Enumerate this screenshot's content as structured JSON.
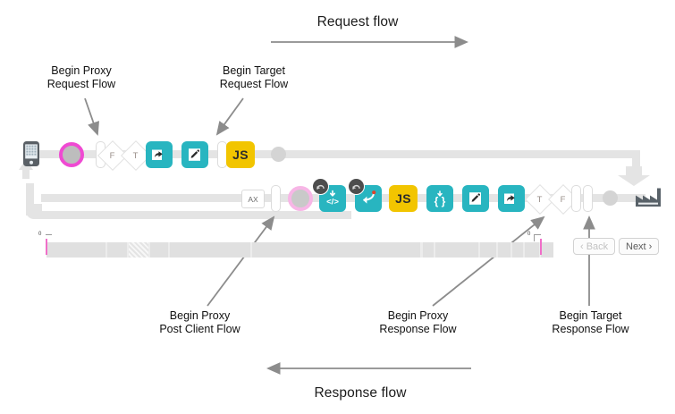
{
  "diagram": {
    "title_top": "Request flow",
    "title_bottom": "Response flow"
  },
  "callouts": [
    {
      "id": "begin-proxy-request-flow",
      "line1": "Begin Proxy",
      "line2": "Request Flow"
    },
    {
      "id": "begin-target-request-flow",
      "line1": "Begin Target",
      "line2": "Request Flow"
    },
    {
      "id": "begin-proxy-post-client-flow",
      "line1": "Begin Proxy",
      "line2": "Post Client Flow"
    },
    {
      "id": "begin-proxy-response-flow",
      "line1": "Begin Proxy",
      "line2": "Response Flow"
    },
    {
      "id": "begin-target-response-flow",
      "line1": "Begin Target",
      "line2": "Response Flow"
    }
  ],
  "request_row": {
    "nodes": [
      {
        "name": "client-device-icon",
        "icon": "mobile-phone-icon",
        "label": ""
      },
      {
        "name": "request-start-ring",
        "icon": "ring-magenta-icon",
        "label": ""
      },
      {
        "name": "proxy-request-flow-bar",
        "icon": "flow-bar-icon",
        "label": ""
      },
      {
        "name": "condition-false-diamond",
        "icon": "diamond-icon",
        "label": "F"
      },
      {
        "name": "condition-true-diamond",
        "icon": "diamond-icon",
        "label": "T"
      },
      {
        "name": "service-callout-policy",
        "icon": "share-arrow-icon",
        "label": ""
      },
      {
        "name": "assign-message-policy",
        "icon": "pencil-icon",
        "label": ""
      },
      {
        "name": "target-request-flow-bar",
        "icon": "flow-bar-icon",
        "label": ""
      },
      {
        "name": "javascript-policy",
        "icon": "js-icon",
        "label": "JS"
      },
      {
        "name": "request-end-dot",
        "icon": "dot-icon",
        "label": ""
      }
    ]
  },
  "response_row": {
    "nodes": [
      {
        "name": "ax-analytics-policy",
        "icon": "ax-icon",
        "label": "AX"
      },
      {
        "name": "post-client-flow-bar",
        "icon": "flow-bar-icon",
        "label": ""
      },
      {
        "name": "post-client-ring",
        "icon": "ring-pink-icon",
        "label": ""
      },
      {
        "name": "extract-variables-policy",
        "icon": "code-tags-icon",
        "label": ""
      },
      {
        "name": "raise-fault-policy",
        "icon": "curved-arrow-icon",
        "label": ""
      },
      {
        "name": "javascript-policy",
        "icon": "js-icon",
        "label": "JS"
      },
      {
        "name": "json-policy",
        "icon": "curly-braces-icon",
        "label": ""
      },
      {
        "name": "assign-message-policy",
        "icon": "pencil-icon",
        "label": ""
      },
      {
        "name": "service-callout-policy",
        "icon": "share-arrow-icon",
        "label": ""
      },
      {
        "name": "condition-true-diamond",
        "icon": "diamond-icon",
        "label": "T"
      },
      {
        "name": "condition-false-diamond",
        "icon": "diamond-icon",
        "label": "F"
      },
      {
        "name": "proxy-response-flow-bar",
        "icon": "flow-bar-icon",
        "label": ""
      },
      {
        "name": "target-response-flow-bar",
        "icon": "flow-bar-icon",
        "label": ""
      },
      {
        "name": "response-start-dot",
        "icon": "dot-icon",
        "label": ""
      },
      {
        "name": "target-server-icon",
        "icon": "factory-icon",
        "label": ""
      }
    ]
  },
  "timeline": {
    "left_marker_label": "0",
    "right_marker_label": "0",
    "back_label": "‹ Back",
    "next_label": "Next ›"
  },
  "colors": {
    "teal": "#28b5c0",
    "yellow": "#f2c500",
    "magenta": "#ef4ad2",
    "pink": "#f7b6e6",
    "track": "#e4e4e4",
    "arrow": "#8c8c8c",
    "badge": "#4d4d4d"
  }
}
